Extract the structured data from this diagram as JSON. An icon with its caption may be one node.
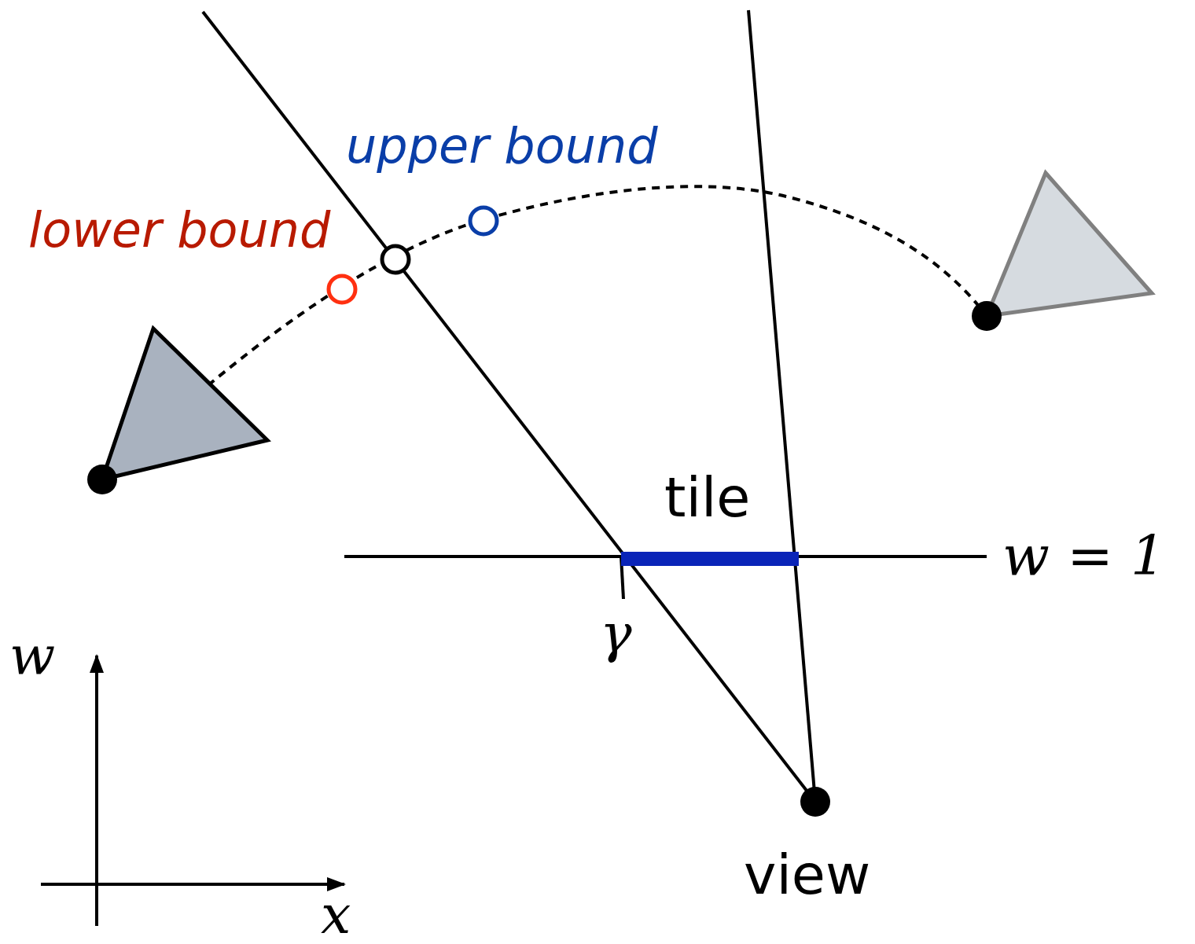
{
  "diagram": {
    "nodes": [
      {
        "text": [],
        "shape": "triangle"
      },
      {
        "text": [],
        "shape": "triangle"
      },
      {
        "text": [],
        "shape": "bar",
        "beside": [
          "tile"
        ]
      }
    ],
    "edges": [
      {
        "from": 0,
        "to": 1,
        "arrow": "none",
        "style": "dashed"
      }
    ],
    "labels": [
      "upper bound",
      "lower bound",
      "w = 1",
      "γ",
      "view",
      "w",
      "x"
    ]
  }
}
